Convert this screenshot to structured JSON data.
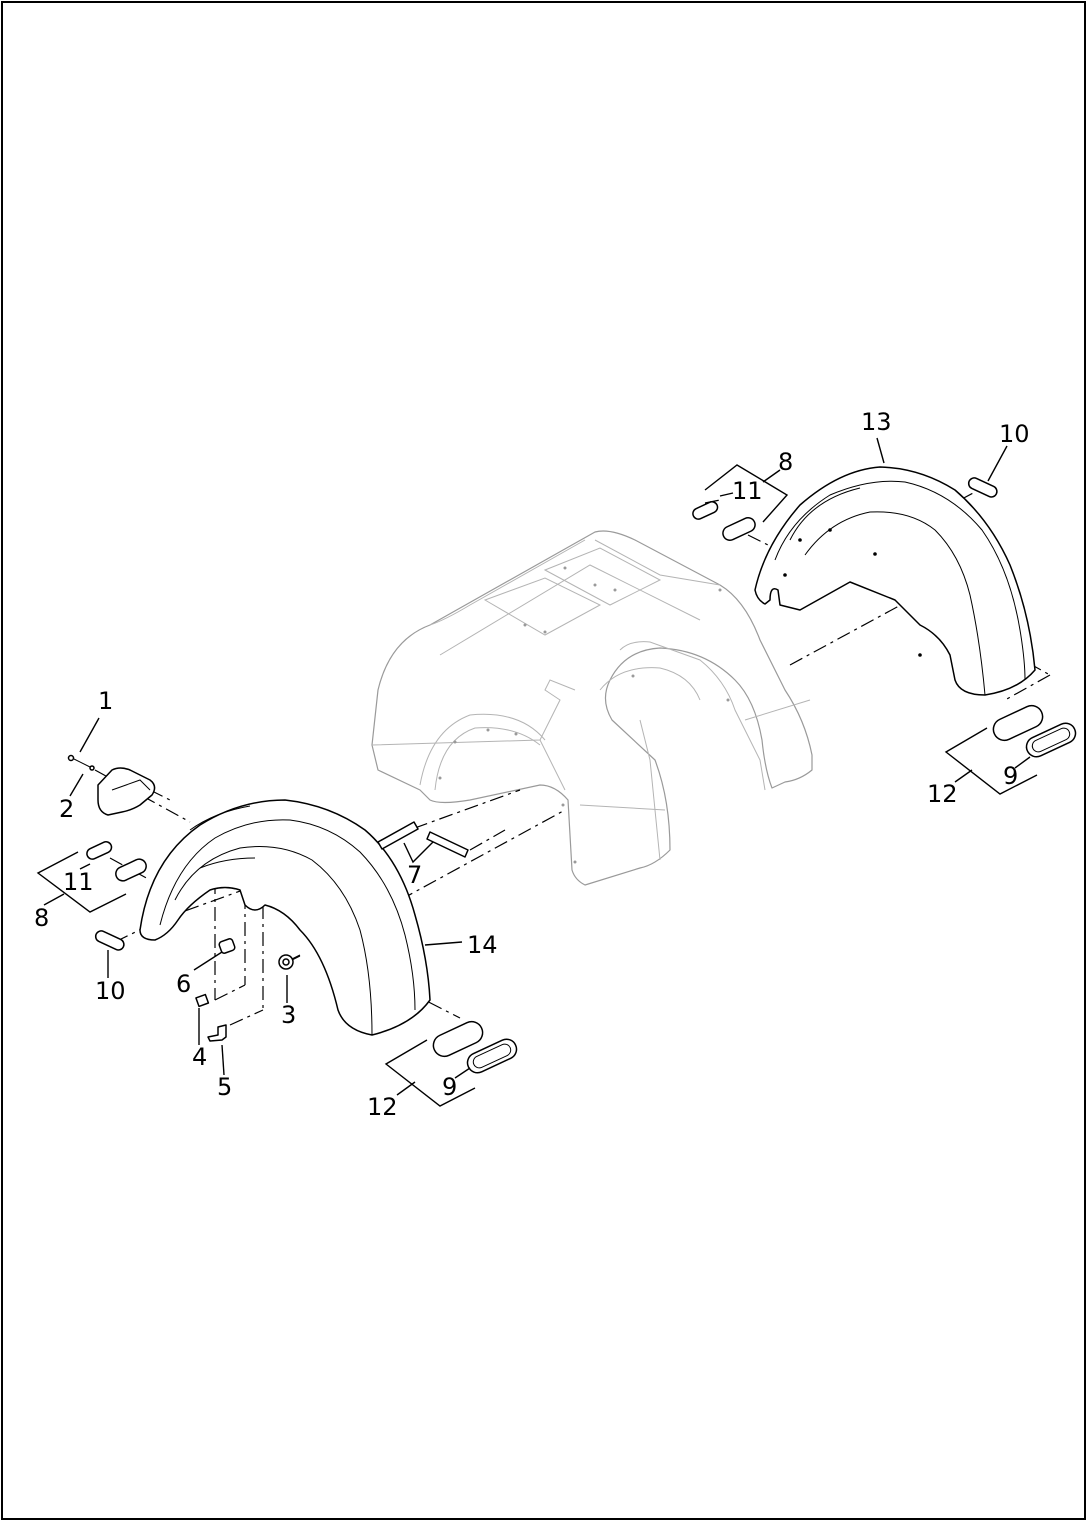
{
  "diagram": {
    "callouts": {
      "c1": "1",
      "c2": "2",
      "c3": "3",
      "c4": "4",
      "c5": "5",
      "c6": "6",
      "c7": "7",
      "c8_left": "8",
      "c8_right": "8",
      "c9_left": "9",
      "c9_right": "9",
      "c10_left": "10",
      "c10_right": "10",
      "c11_left": "11",
      "c11_right": "11",
      "c12_left": "12",
      "c12_right": "12",
      "c13": "13",
      "c14": "14"
    },
    "colors": {
      "line": "#000000",
      "ghost_body": "#9a9a9a",
      "background": "#ffffff"
    }
  }
}
